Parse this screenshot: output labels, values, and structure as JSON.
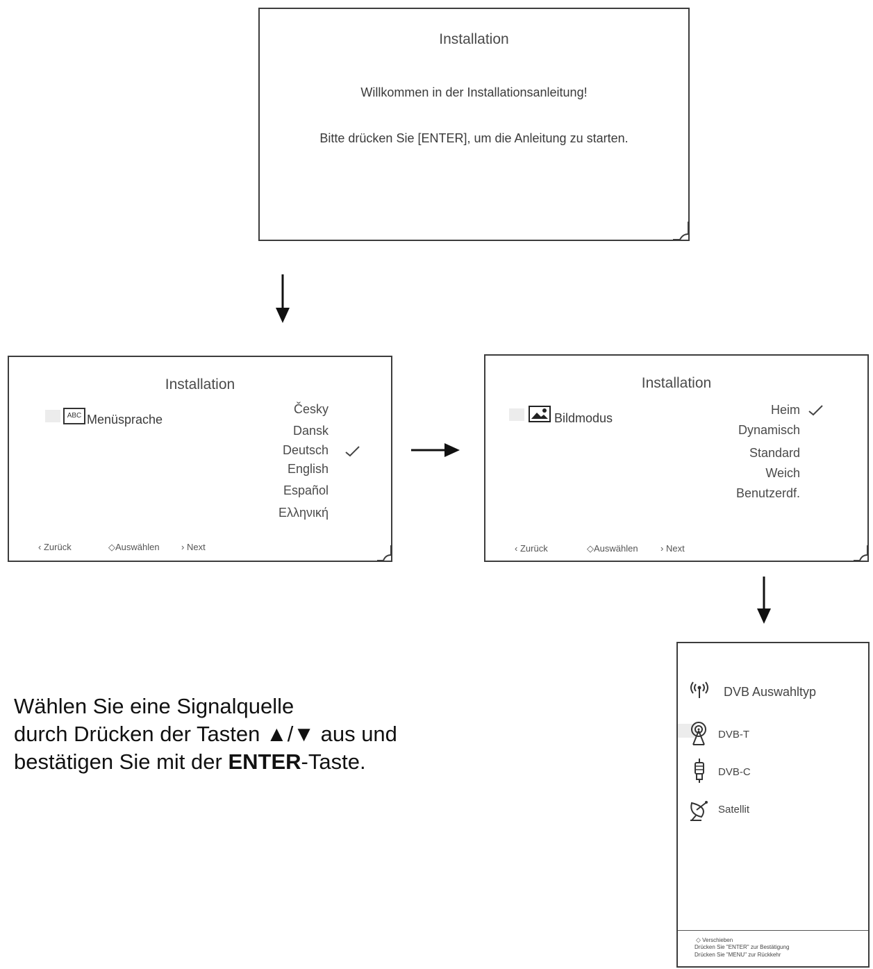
{
  "screen1": {
    "title": "Installation",
    "welcome": "Willkommen in der Installationsanleitung!",
    "instruction": "Bitte drücken Sie [ENTER], um die Anleitung zu starten."
  },
  "screen2": {
    "title": "Installation",
    "setting_label": "Menüsprache",
    "icon_text": "ABC",
    "options": [
      "Česky",
      "Dansk",
      "Deutsch",
      "English",
      "Español",
      "Ελληνική"
    ],
    "selected": "Deutsch",
    "nav": {
      "back": "Zurück",
      "select": "Auswählen",
      "next": "Next"
    }
  },
  "screen3": {
    "title": "Installation",
    "setting_label": "Bildmodus",
    "options": [
      "Heim",
      "Dynamisch",
      "Standard",
      "Weich",
      "Benutzerdf."
    ],
    "selected": "Heim",
    "nav": {
      "back": "Zurück",
      "select": "Auswählen",
      "next": "Next"
    }
  },
  "screen4": {
    "title": "DVB Auswahltyp",
    "items": [
      {
        "label": "DVB-T",
        "icon": "terrestrial-antenna-icon"
      },
      {
        "label": "DVB-C",
        "icon": "cable-plug-icon"
      },
      {
        "label": "Satellit",
        "icon": "satellite-dish-icon"
      }
    ],
    "footer": [
      "Verschieben",
      "Drücken Sie \"ENTER\" zur Bestätigung",
      "Drücken Sie \"MENU\" zur Rückkehr"
    ]
  },
  "caption": {
    "line1": "Wählen Sie eine Signalquelle",
    "line2": "durch Drücken der Tasten ▲/▼ aus und",
    "line3_pre": "bestätigen Sie mit der ",
    "line3_bold": "ENTER",
    "line3_post": "-Taste."
  }
}
